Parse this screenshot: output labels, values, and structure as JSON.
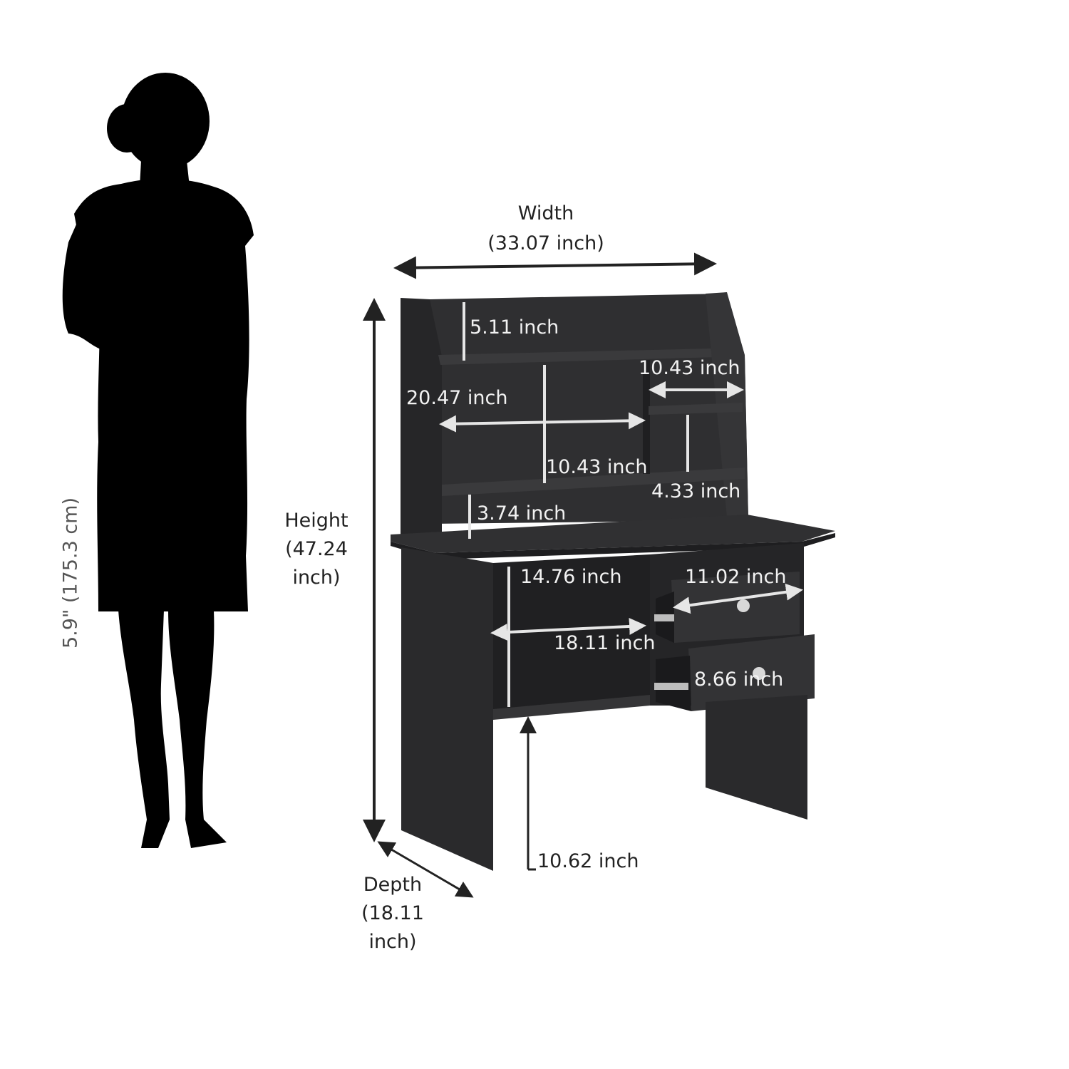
{
  "colors": {
    "furniture": "#2d2d2f",
    "furniture_edge": "#1b1b1d",
    "silhouette": "#000000",
    "dimension_light": "#e6e6e6",
    "dimension_dark": "#222222"
  },
  "person": {
    "height_label": "5.9\" (175.3 cm)"
  },
  "overall": {
    "width_title": "Width",
    "width_value": "(33.07 inch)",
    "height_title": "Height",
    "height_value_1": "(47.24",
    "height_value_2": "inch)",
    "depth_title": "Depth",
    "depth_value_1": "(18.11",
    "depth_value_2": "inch)"
  },
  "dimensions": {
    "top_shelf": "5.11 inch",
    "right_cubby_width": "10.43 inch",
    "shelf_width": "20.47 inch",
    "shelf_height": "10.43 inch",
    "right_cubby_height": "4.33 inch",
    "bottom_gap": "3.74 inch",
    "cabinet_height": "14.76 inch",
    "drawer_width": "11.02 inch",
    "cabinet_width": "18.11 inch",
    "drawer_height": "8.66 inch",
    "leg_clearance": "10.62 inch"
  }
}
